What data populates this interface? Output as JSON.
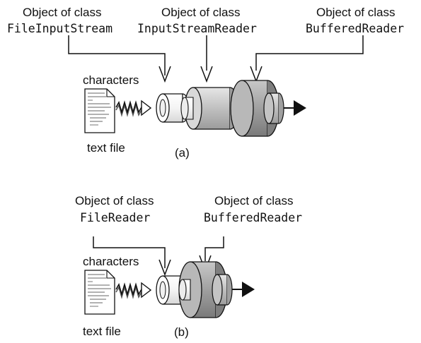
{
  "panel_a": {
    "obj1_prefix": "Object of class",
    "obj1_class": "FileInputStream",
    "obj2_prefix": "Object of class",
    "obj2_class": "InputStreamReader",
    "obj3_prefix": "Object of class",
    "obj3_class": "BufferedReader",
    "characters_label": "characters",
    "file_label": "text file",
    "caption": "(a)"
  },
  "panel_b": {
    "obj1_prefix": "Object of class",
    "obj1_class": "FileReader",
    "obj2_prefix": "Object of class",
    "obj2_class": "BufferedReader",
    "characters_label": "characters",
    "file_label": "text file",
    "caption": "(b)"
  }
}
